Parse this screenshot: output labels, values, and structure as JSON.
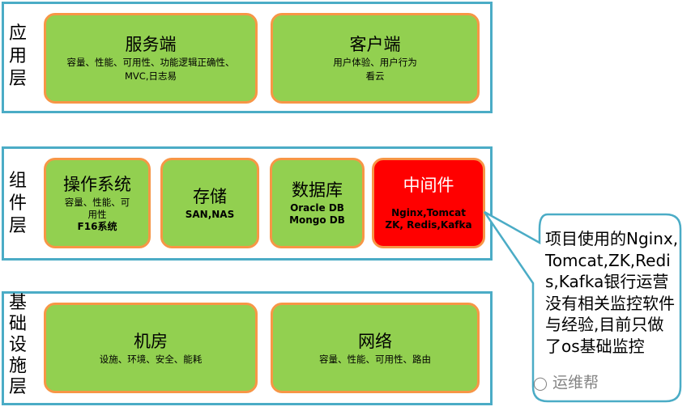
{
  "layers": {
    "application": {
      "label": [
        "应",
        "用",
        "层"
      ],
      "boxes": [
        {
          "title": "服务端",
          "desc": [
            "容量、性能、可用性、功能逻辑正确性、",
            "MVC,日志易"
          ]
        },
        {
          "title": "客户端",
          "desc": [
            "用户体验、用户行为",
            "看云"
          ]
        }
      ]
    },
    "component": {
      "label": [
        "组",
        "件",
        "层"
      ],
      "boxes": [
        {
          "title": "操作系统",
          "desc": [
            "容量、性能、可",
            "用性"
          ],
          "desc_bold": "F16系统"
        },
        {
          "title": "存储",
          "desc_bold": "SAN,NAS"
        },
        {
          "title": "数据库",
          "desc_bold_lines": [
            "Oracle DB",
            "Mongo DB"
          ]
        },
        {
          "title": "中间件",
          "desc_bold_lines": [
            "Nginx,Tomcat",
            "ZK, Redis,Kafka"
          ]
        }
      ]
    },
    "infrastructure": {
      "label": [
        "基",
        "础",
        "设",
        "施",
        "层"
      ],
      "boxes": [
        {
          "title": "机房",
          "desc": [
            "设施、环境、安全、能耗"
          ]
        },
        {
          "title": "网络",
          "desc": [
            "容量、性能、可用性、路由"
          ]
        }
      ]
    }
  },
  "callout": {
    "text": "项目使用的Nginx,Tomcat,ZK,Redis,Kafka银行运营没有相关监控软件与经验,目前只做了os基础监控"
  },
  "watermark": "运维帮",
  "colors": {
    "layer_border": "#4bacc6",
    "box_fill": "#92d050",
    "box_border": "#f79646",
    "highlight_fill": "#ff0000"
  }
}
